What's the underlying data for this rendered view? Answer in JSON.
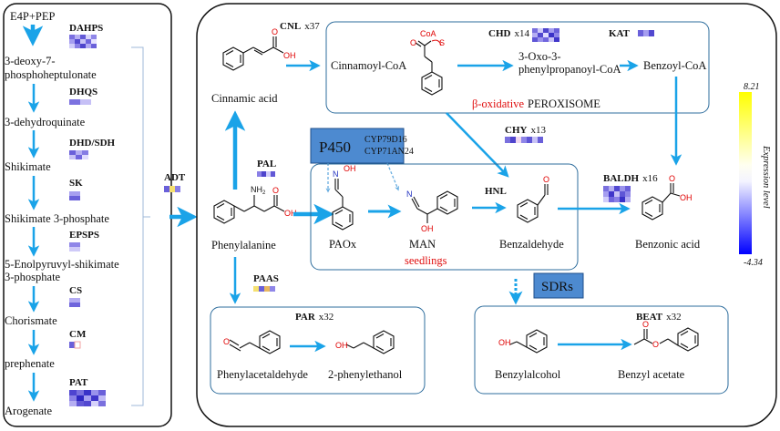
{
  "left_pathway": {
    "start": "E4P+PEP",
    "intermediates": [
      "3-deoxy-7-",
      "phosphoheptulonate",
      "3-dehydroquinate",
      "Shikimate",
      "Shikimate 3-phosphate",
      "5-Enolpyruvyl-shikimate",
      "3-phosphate",
      "Chorismate",
      "prephenate",
      "Arogenate"
    ],
    "enzymes": [
      "DAHPS",
      "DHQS",
      "DHD/SDH",
      "SK",
      "EPSPS",
      "CS",
      "CM",
      "PAT"
    ]
  },
  "adt": "ADT",
  "compounds": {
    "cinnamic_acid": "Cinnamic acid",
    "phenylalanine": "Phenylalanine",
    "cinnamoyl_coa": "Cinnamoyl-CoA",
    "oxo_line1": "3-Oxo-3-",
    "oxo_line2": "phenylpropanoyl-CoA",
    "benzoyl_coa": "Benzoyl-CoA",
    "paox": "PAOx",
    "man": "MAN",
    "benzaldehyde": "Benzaldehyde",
    "benzoic_acid": "Benzonic acid",
    "phenylacetaldehyde": "Phenylacetaldehyde",
    "phenylethanol": "2-phenylethanol",
    "benzylalcohol": "Benzylalcohol",
    "benzyl_acetate": "Benzyl acetate"
  },
  "enzymes": {
    "cnl": "CNL",
    "cnl_count": "x37",
    "chd": "CHD",
    "chd_count": "x14",
    "kat": "KAT",
    "chy": "CHY",
    "chy_count": "x13",
    "pal": "PAL",
    "hnl": "HNL",
    "baldh": "BALDH",
    "baldh_count": "x16",
    "paas": "PAAS",
    "par": "PAR",
    "par_count": "x32",
    "beat": "BEAT",
    "beat_count": "x32"
  },
  "labels": {
    "beta": "β-oxidative",
    "peroxisome": "PEROXISOME",
    "p450": "P450",
    "cyp1": "CYP79D16",
    "cyp2": "CYP71AN24",
    "seedlings": "seedlings",
    "sdrs": "SDRs"
  },
  "legend": {
    "max": "8.21",
    "min": "-4.34",
    "title": "Expression level",
    "colors": [
      "#ffff00",
      "#ffffff",
      "#0000ff"
    ]
  },
  "structure_atoms": {
    "oh": "OH",
    "o": "O",
    "n": "N",
    "nh2": "NH",
    "nh2_sub": "2",
    "coa": "CoA",
    "s": "S"
  }
}
